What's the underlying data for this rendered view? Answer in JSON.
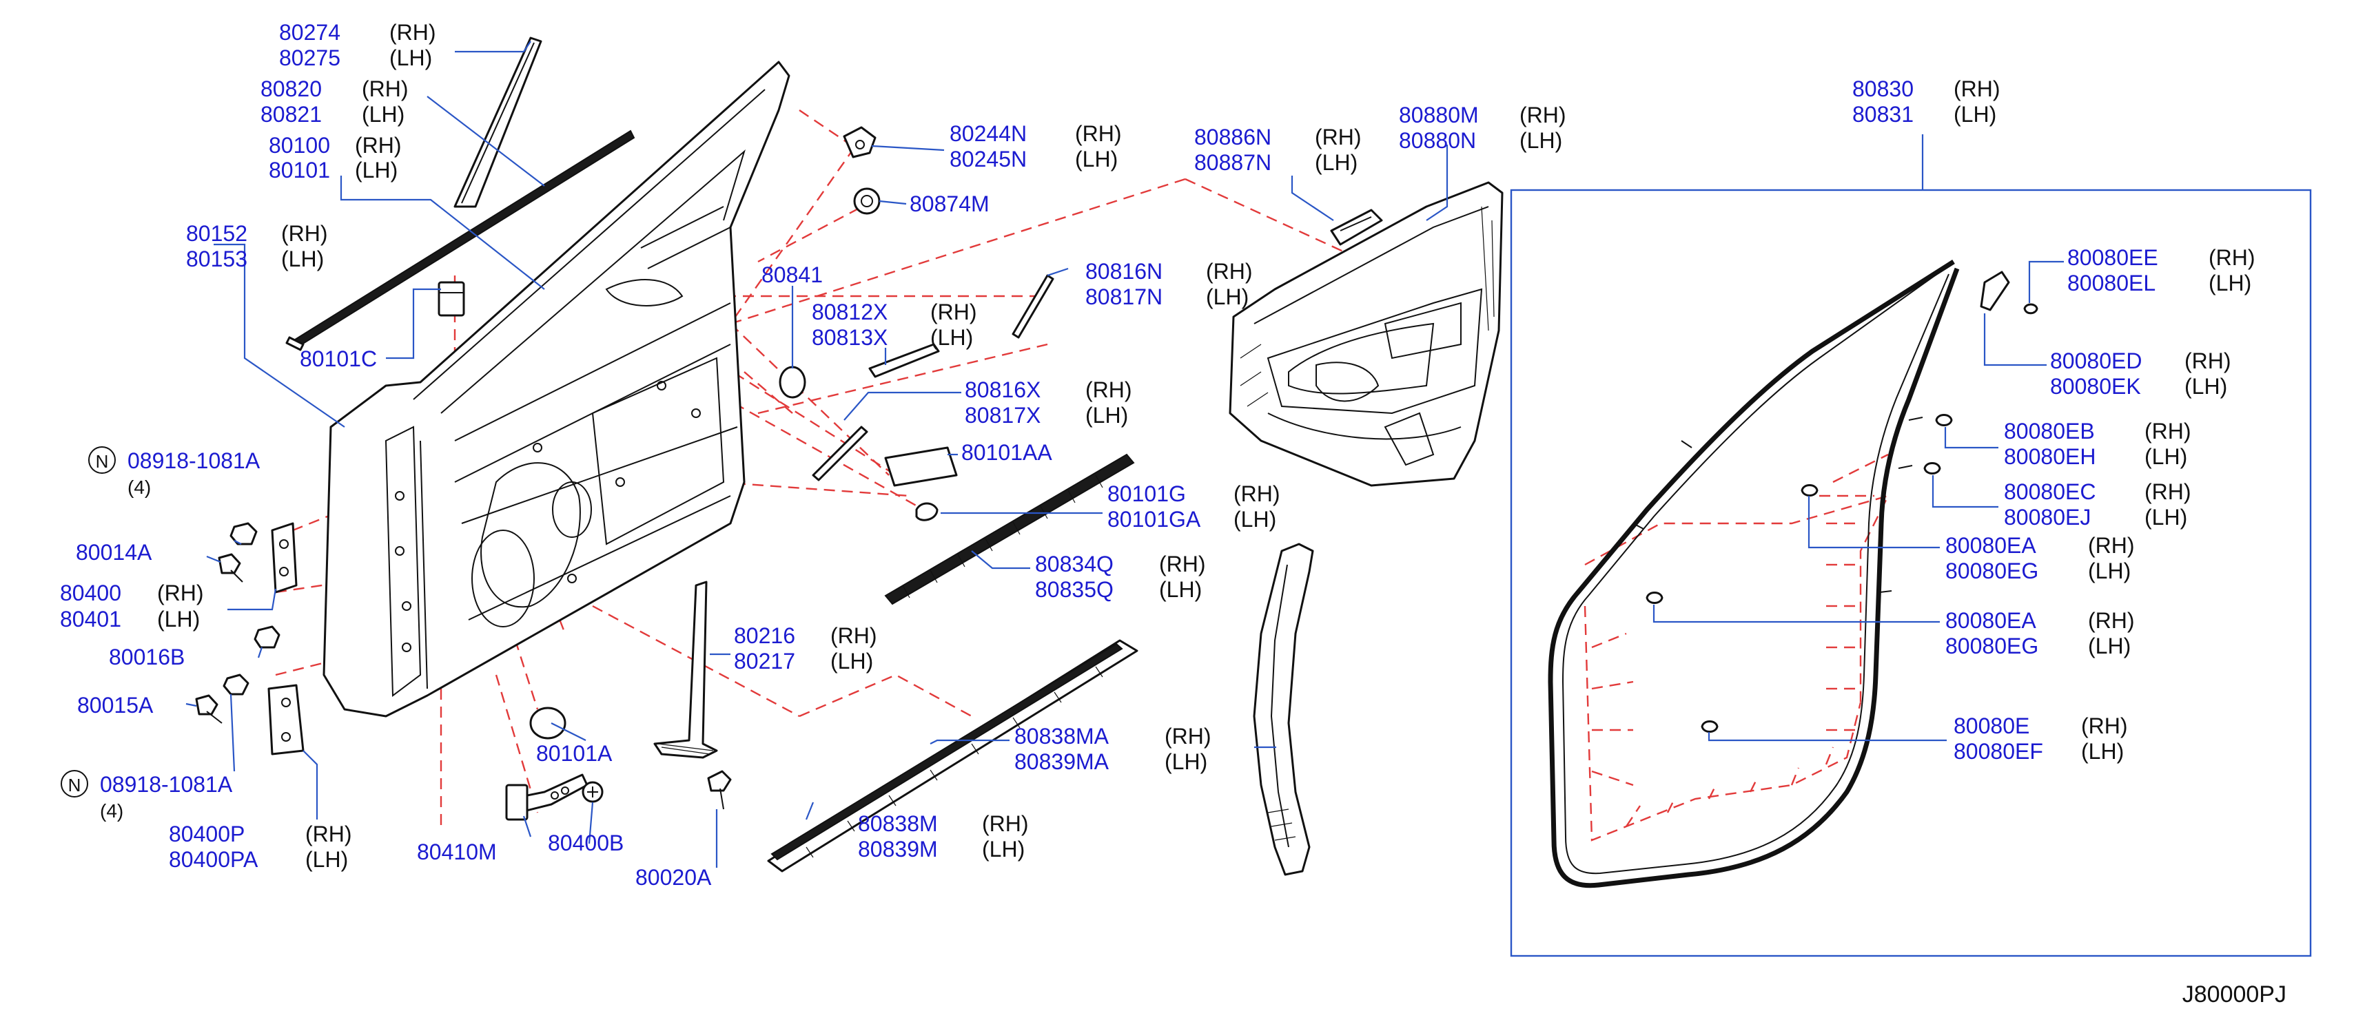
{
  "callouts": [
    {
      "id": "80274-80275",
      "rows": [
        {
          "pn": "80274",
          "side": "(RH)"
        },
        {
          "pn": "80275",
          "side": "(LH)"
        }
      ]
    },
    {
      "id": "80820-80821",
      "rows": [
        {
          "pn": "80820",
          "side": "(RH)"
        },
        {
          "pn": "80821",
          "side": "(LH)"
        }
      ]
    },
    {
      "id": "80100-80101",
      "rows": [
        {
          "pn": "80100",
          "side": "(RH)"
        },
        {
          "pn": "80101",
          "side": "(LH)"
        }
      ]
    },
    {
      "id": "80152-80153",
      "rows": [
        {
          "pn": "80152",
          "side": "(RH)"
        },
        {
          "pn": "80153",
          "side": "(LH)"
        }
      ]
    },
    {
      "id": "80101C",
      "rows": [
        {
          "pn": "80101C",
          "side": ""
        }
      ]
    },
    {
      "id": "08918-1081A-top",
      "rows": [
        {
          "pn": "08918-1081A",
          "side": "(4)"
        }
      ],
      "badge": "N"
    },
    {
      "id": "80014A",
      "rows": [
        {
          "pn": "80014A",
          "side": ""
        }
      ]
    },
    {
      "id": "80400-80401",
      "rows": [
        {
          "pn": "80400",
          "side": "(RH)"
        },
        {
          "pn": "80401",
          "side": "(LH)"
        }
      ]
    },
    {
      "id": "80016B",
      "rows": [
        {
          "pn": "80016B",
          "side": ""
        }
      ]
    },
    {
      "id": "80015A",
      "rows": [
        {
          "pn": "80015A",
          "side": ""
        }
      ]
    },
    {
      "id": "08918-1081A-bottom",
      "rows": [
        {
          "pn": "08918-1081A",
          "side": "(4)"
        }
      ],
      "badge": "N"
    },
    {
      "id": "80400P-80400PA",
      "rows": [
        {
          "pn": "80400P",
          "side": "(RH)"
        },
        {
          "pn": "80400PA",
          "side": "(LH)"
        }
      ]
    },
    {
      "id": "80410M",
      "rows": [
        {
          "pn": "80410M",
          "side": ""
        }
      ]
    },
    {
      "id": "80400B",
      "rows": [
        {
          "pn": "80400B",
          "side": ""
        }
      ]
    },
    {
      "id": "80020A",
      "rows": [
        {
          "pn": "80020A",
          "side": ""
        }
      ]
    },
    {
      "id": "80101A",
      "rows": [
        {
          "pn": "80101A",
          "side": ""
        }
      ]
    },
    {
      "id": "80216-80217",
      "rows": [
        {
          "pn": "80216",
          "side": "(RH)"
        },
        {
          "pn": "80217",
          "side": "(LH)"
        }
      ]
    },
    {
      "id": "80244N-80245N",
      "rows": [
        {
          "pn": "80244N",
          "side": "(RH)"
        },
        {
          "pn": "80245N",
          "side": "(LH)"
        }
      ]
    },
    {
      "id": "80874M",
      "rows": [
        {
          "pn": "80874M",
          "side": ""
        }
      ]
    },
    {
      "id": "80841",
      "rows": [
        {
          "pn": "80841",
          "side": ""
        }
      ]
    },
    {
      "id": "80812X-80813X",
      "rows": [
        {
          "pn": "80812X",
          "side": "(RH)"
        },
        {
          "pn": "80813X",
          "side": "(LH)"
        }
      ]
    },
    {
      "id": "80816N-80817N",
      "rows": [
        {
          "pn": "80816N",
          "side": "(RH)"
        },
        {
          "pn": "80817N",
          "side": "(LH)"
        }
      ]
    },
    {
      "id": "80816X-80817X",
      "rows": [
        {
          "pn": "80816X",
          "side": "(RH)"
        },
        {
          "pn": "80817X",
          "side": "(LH)"
        }
      ]
    },
    {
      "id": "80101AA",
      "rows": [
        {
          "pn": "80101AA",
          "side": ""
        }
      ]
    },
    {
      "id": "80101G-80101GA",
      "rows": [
        {
          "pn": "80101G",
          "side": "(RH)"
        },
        {
          "pn": "80101GA",
          "side": "(LH)"
        }
      ]
    },
    {
      "id": "80834Q-80835Q",
      "rows": [
        {
          "pn": "80834Q",
          "side": "(RH)"
        },
        {
          "pn": "80835Q",
          "side": "(LH)"
        }
      ]
    },
    {
      "id": "80838MA-80839MA",
      "rows": [
        {
          "pn": "80838MA",
          "side": "(RH)"
        },
        {
          "pn": "80839MA",
          "side": "(LH)"
        }
      ]
    },
    {
      "id": "80838M-80839M",
      "rows": [
        {
          "pn": "80838M",
          "side": "(RH)"
        },
        {
          "pn": "80839M",
          "side": "(LH)"
        }
      ]
    },
    {
      "id": "80886N-80887N",
      "rows": [
        {
          "pn": "80886N",
          "side": "(RH)"
        },
        {
          "pn": "80887N",
          "side": "(LH)"
        }
      ]
    },
    {
      "id": "80880M-80880N",
      "rows": [
        {
          "pn": "80880M",
          "side": "(RH)"
        },
        {
          "pn": "80880N",
          "side": "(LH)"
        }
      ]
    },
    {
      "id": "80830-80831",
      "rows": [
        {
          "pn": "80830",
          "side": "(RH)"
        },
        {
          "pn": "80831",
          "side": "(LH)"
        }
      ]
    },
    {
      "id": "80080EE-80080EL",
      "rows": [
        {
          "pn": "80080EE",
          "side": "(RH)"
        },
        {
          "pn": "80080EL",
          "side": "(LH)"
        }
      ]
    },
    {
      "id": "80080ED-80080EK",
      "rows": [
        {
          "pn": "80080ED",
          "side": "(RH)"
        },
        {
          "pn": "80080EK",
          "side": "(LH)"
        }
      ]
    },
    {
      "id": "80080EB-80080EH",
      "rows": [
        {
          "pn": "80080EB",
          "side": "(RH)"
        },
        {
          "pn": "80080EH",
          "side": "(LH)"
        }
      ]
    },
    {
      "id": "80080EC-80080EJ",
      "rows": [
        {
          "pn": "80080EC",
          "side": "(RH)"
        },
        {
          "pn": "80080EJ",
          "side": "(LH)"
        }
      ]
    },
    {
      "id": "80080EA-80080EG-1",
      "rows": [
        {
          "pn": "80080EA",
          "side": "(RH)"
        },
        {
          "pn": "80080EG",
          "side": "(LH)"
        }
      ]
    },
    {
      "id": "80080EA-80080EG-2",
      "rows": [
        {
          "pn": "80080EA",
          "side": "(RH)"
        },
        {
          "pn": "80080EG",
          "side": "(LH)"
        }
      ]
    },
    {
      "id": "80080E-80080EF",
      "rows": [
        {
          "pn": "80080E",
          "side": "(RH)"
        },
        {
          "pn": "80080EF",
          "side": "(LH)"
        }
      ]
    }
  ],
  "diagram_code": "J80000PJ",
  "colors": {
    "part_number": "#1b1bd0",
    "leader": "#2a56c6",
    "dashed_line": "#e23a3a",
    "text": "#111111"
  }
}
